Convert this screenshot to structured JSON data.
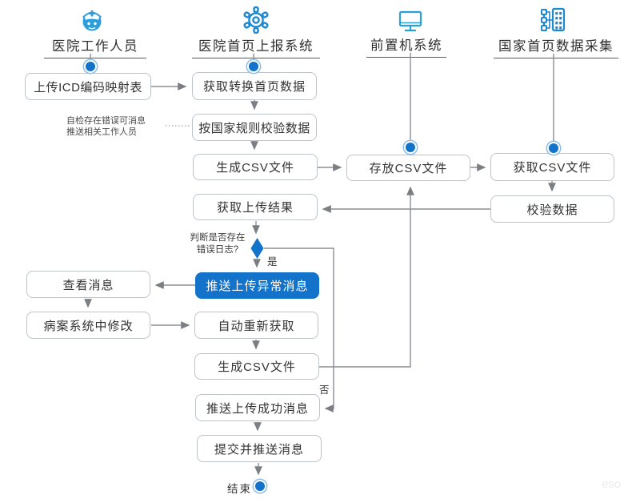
{
  "diagram": {
    "lanes": [
      {
        "title": "医院工作人员",
        "icon": "nurse-icon"
      },
      {
        "title": "医院首页上报系统",
        "icon": "gear-icon"
      },
      {
        "title": "前置机系统",
        "icon": "monitor-icon"
      },
      {
        "title": "国家首页数据采集",
        "icon": "data-collection-icon"
      }
    ],
    "nodes": {
      "upload_icd": "上传ICD编码映射表",
      "get_convert": "获取转换首页数据",
      "validate_national": "按国家规则校验数据",
      "gen_csv_1": "生成CSV文件",
      "store_csv": "存放CSV文件",
      "fetch_csv": "获取CSV文件",
      "get_result": "获取上传结果",
      "verify_data": "校验数据",
      "view_msg": "查看消息",
      "push_error": "推送上传异常消息",
      "fix_record": "病案系统中修改",
      "auto_refetch": "自动重新获取",
      "gen_csv_2": "生成CSV文件",
      "push_success": "推送上传成功消息",
      "submit_push": "提交并推送消息"
    },
    "labels": {
      "annotation_line1": "自检存在错误可消息",
      "annotation_line2": "推送相关工作人员",
      "decision_line1": "判断是否存在",
      "decision_line2": "错误日志?",
      "yes": "是",
      "no": "否",
      "end": "结束",
      "watermark": "eso"
    },
    "colors": {
      "accent_blue": "#1372c9",
      "icon_blue": "#29a0dc",
      "icon_blue_dark": "#1d87cf",
      "line_gray": "#8a8f94",
      "border_gray": "#bdc3c8"
    }
  }
}
